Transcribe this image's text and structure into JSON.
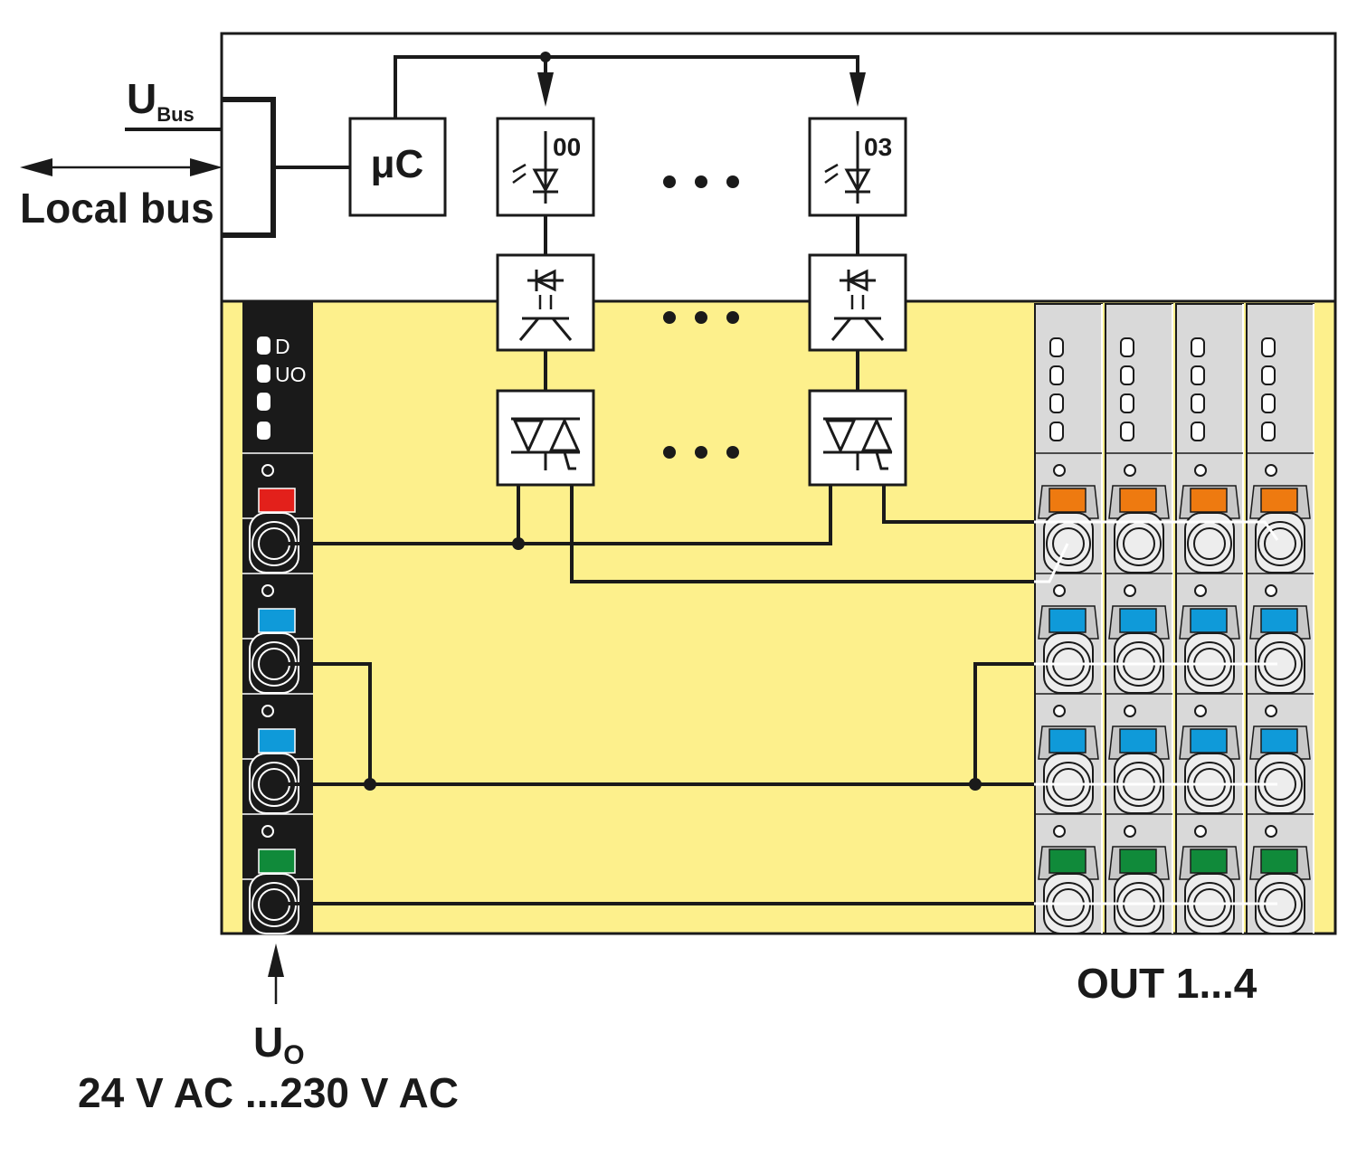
{
  "labels": {
    "ubus_main": "U",
    "ubus_sub": "Bus",
    "local_bus": "Local bus",
    "microcontroller": "μC",
    "channel_first": "00",
    "channel_last": "03",
    "led_d": "D",
    "led_uo": "UO",
    "uo_main": "U",
    "uo_sub": "O",
    "voltage_range": "24 V AC ...230 V AC",
    "outputs": "OUT 1...4"
  },
  "colors": {
    "module_background": "#fdf08c",
    "terminal_strip": "#1a1a1a",
    "connector_block": "#d9d9d9",
    "red": "#e3201b",
    "blue": "#0f9ad9",
    "orange": "#ee7a10",
    "green": "#108a3a"
  },
  "terminal_rows": [
    "orange",
    "blue",
    "blue",
    "green"
  ],
  "supply_rows": [
    "red",
    "blue",
    "blue",
    "green"
  ]
}
